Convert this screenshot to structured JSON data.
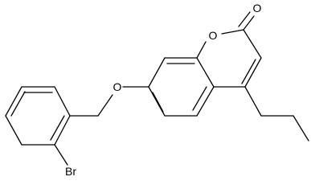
{
  "molecule": {
    "atoms": {
      "carbonyl_oxygen": "O",
      "ring_oxygen": "O",
      "ether_oxygen": "O",
      "bromine": "Br"
    },
    "colors": {
      "bonds": "#000000",
      "labels": "#000000",
      "background": "#ffffff"
    }
  }
}
